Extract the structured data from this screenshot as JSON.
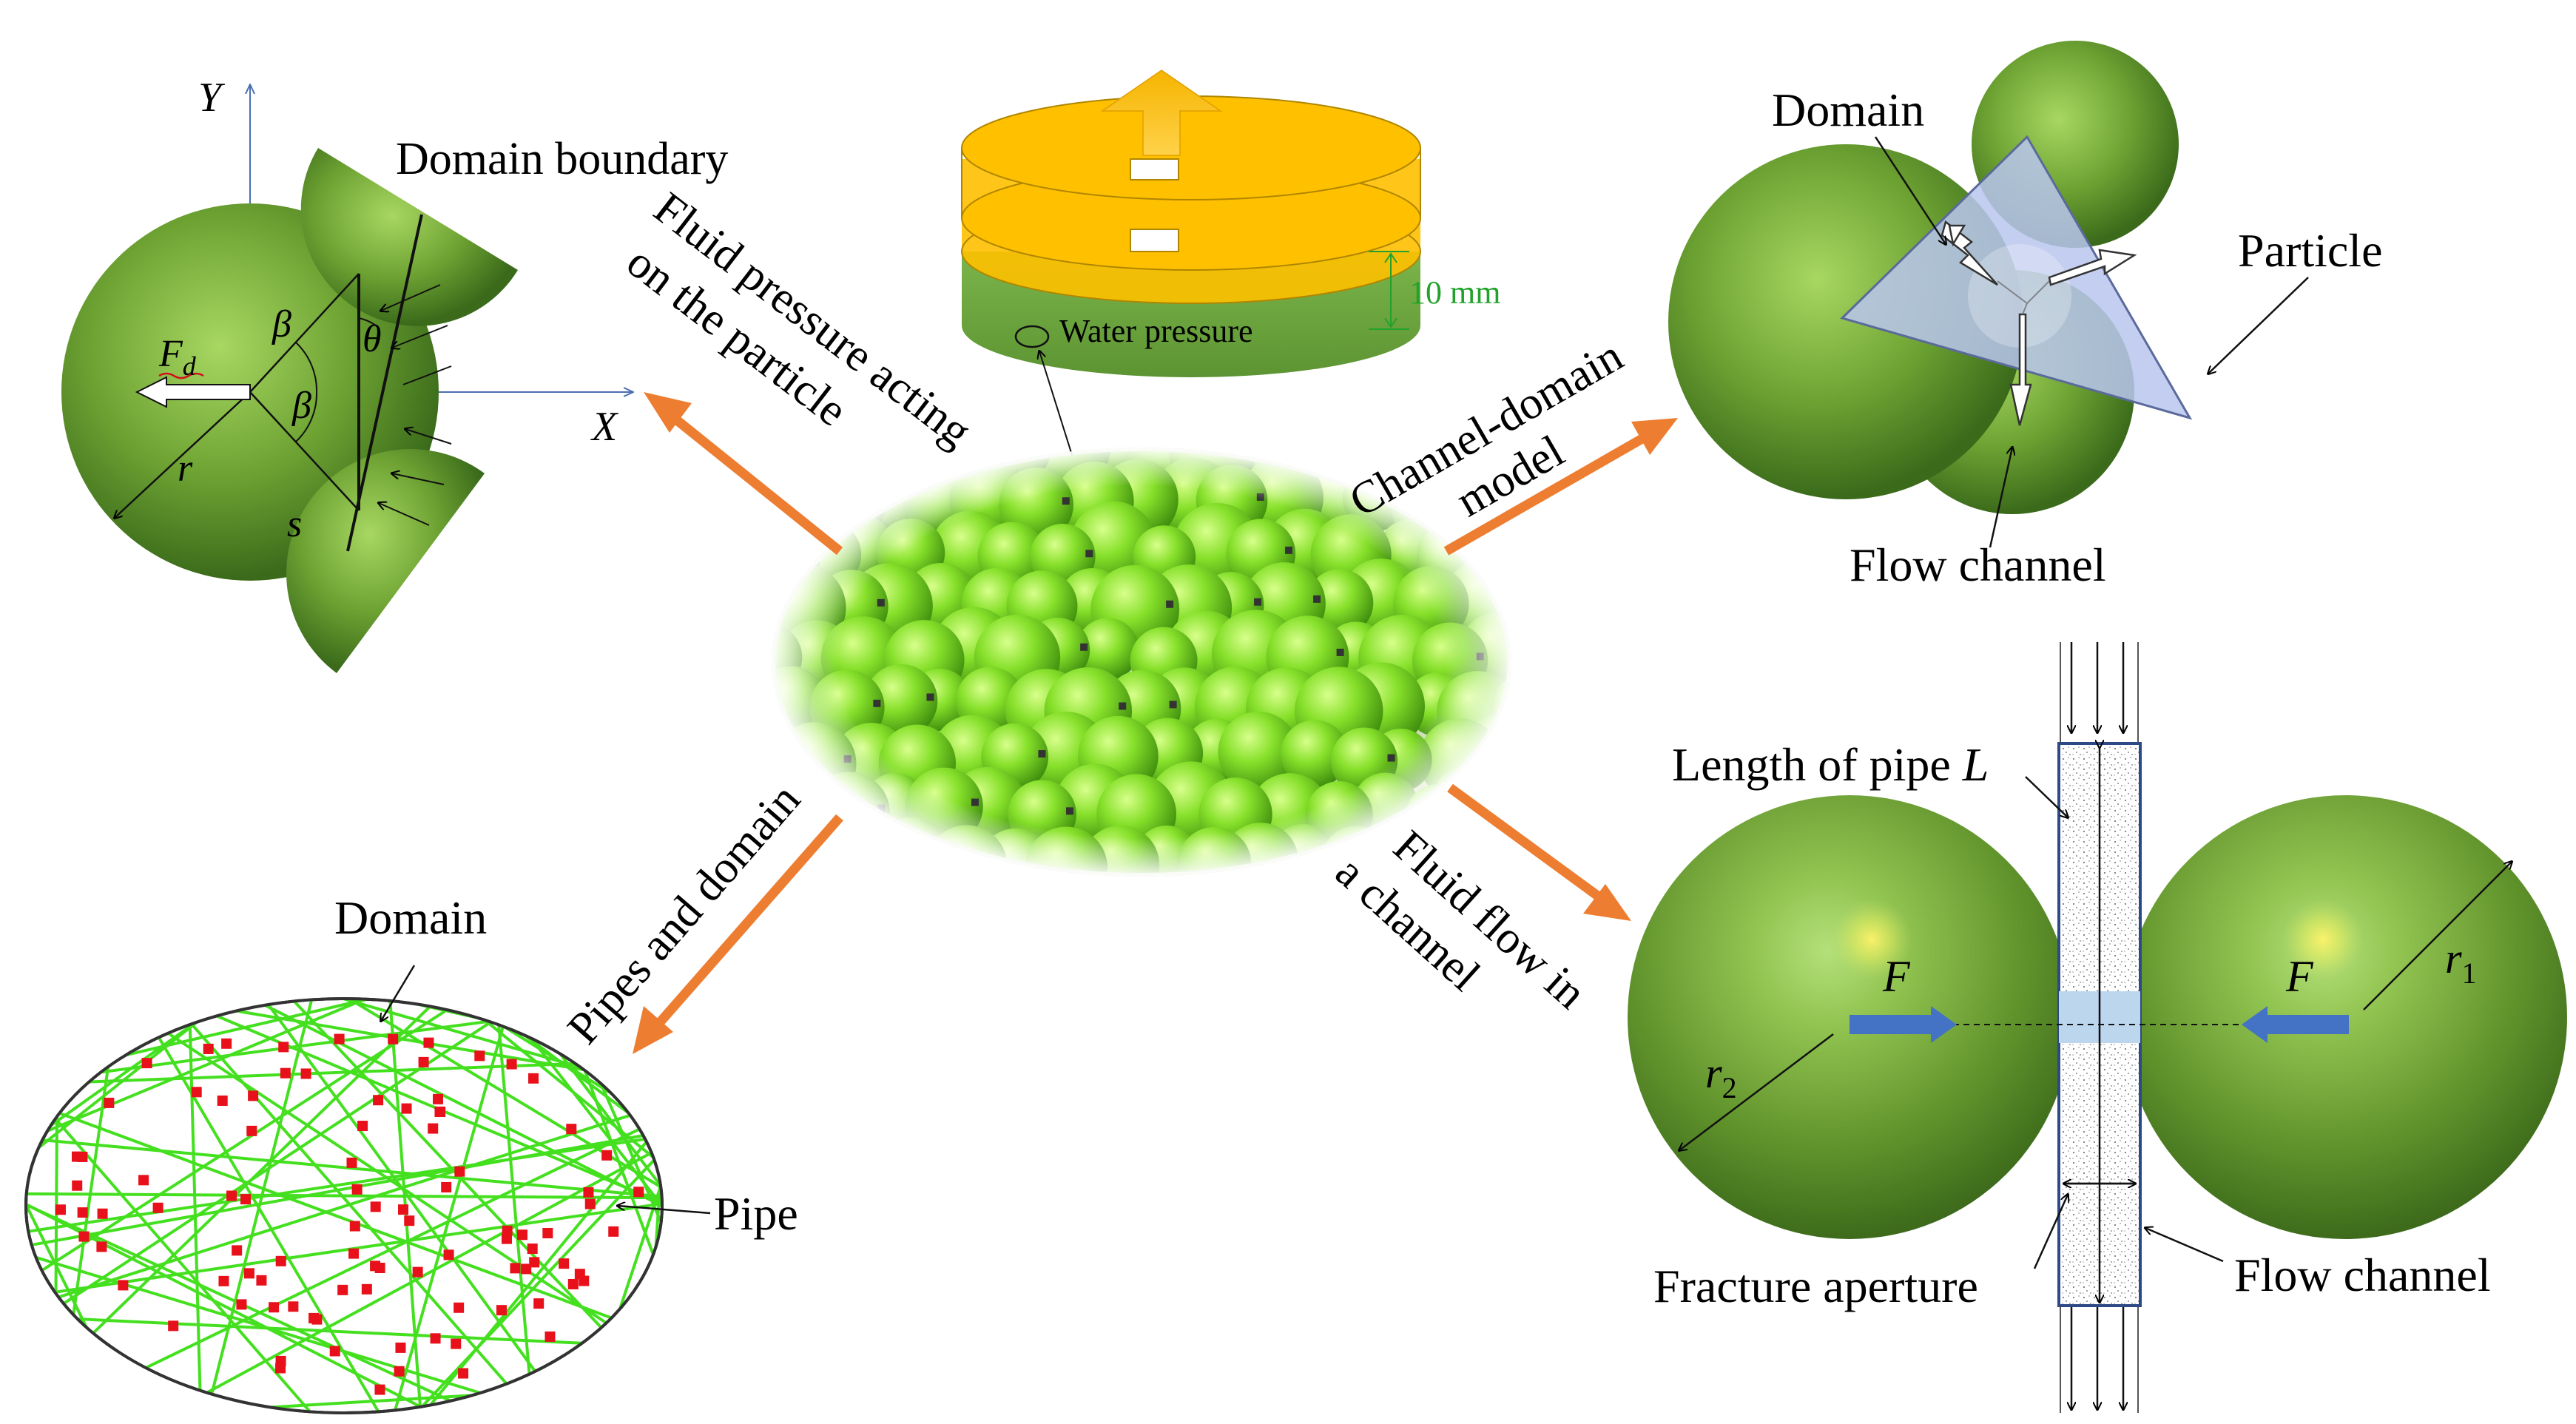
{
  "labels": {
    "domain_boundary": "Domain boundary",
    "axis_y": "Y",
    "axis_x": "X",
    "force": "F",
    "force_sub": "d",
    "beta": "β",
    "theta": "θ",
    "radius_r": "r",
    "arc_s": "s",
    "water_pressure": "Water pressure",
    "thickness": "10 mm",
    "fluid_pressure_line1": "Fluid pressure acting",
    "fluid_pressure_line2": "on the particle",
    "channel_domain_line1": "Channel-domain",
    "channel_domain_line2": "model",
    "pipes_and_domain": "Pipes and domain",
    "fluid_flow_line1": "Fluid flow in",
    "fluid_flow_line2": "a channel",
    "domain_top": "Domain",
    "particle": "Particle",
    "flow_channel_top": "Flow channel",
    "length_of_pipe": "Length of pipe ",
    "length_symbol": "L",
    "r1": "r",
    "r1_sub": "1",
    "r2": "r",
    "r2_sub": "2",
    "fracture_aperture": "Fracture aperture",
    "flow_channel_bottom": "Flow channel",
    "domain_bottom": "Domain",
    "pipe": "Pipe"
  },
  "colors": {
    "orange_arrow": "#ed7d31",
    "sphere_light": "#9ccc55",
    "sphere_dark": "#3f6e1d",
    "bright_particle": "#7ed321",
    "triangle_fill": "#aab8e6",
    "pipe_green": "#44e01f",
    "domain_red": "#e8101a",
    "force_blue": "#4472c4",
    "disk_orange": "#ffc000",
    "dim_green": "#22a22a"
  }
}
